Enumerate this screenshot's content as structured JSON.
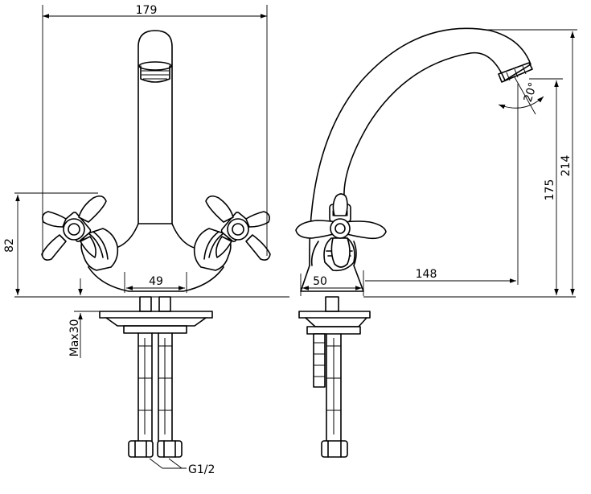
{
  "dimensions": {
    "front_width": "179",
    "front_height": "82",
    "handle_spacing": "49",
    "max_thickness": "Max30",
    "thread": "G1/2",
    "side_base": "50",
    "reach": "148",
    "spout_height": "175",
    "total_height": "214",
    "aerator_angle": "20°"
  },
  "colors": {
    "line": "#000000",
    "background": "#ffffff"
  }
}
